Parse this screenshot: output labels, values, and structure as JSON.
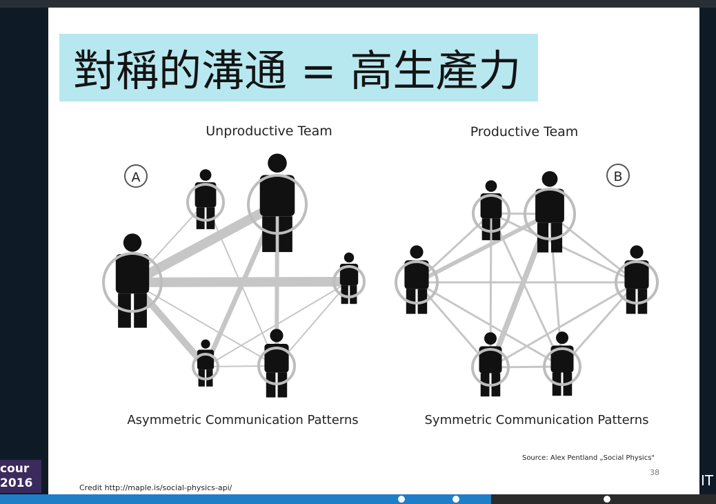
{
  "slide": {
    "title": "對稱的溝通 = 高生產力",
    "credit": "Credit http://maple.is/social-physics-api/",
    "source": "Source: Alex Pentland „Social Physics\"",
    "page_number": "38"
  },
  "diagram_a": {
    "heading": "Unproductive Team",
    "marker": "A",
    "caption": "Asymmetric Communication Patterns"
  },
  "diagram_b": {
    "heading": "Productive Team",
    "marker": "B",
    "caption": "Symmetric Communication Patterns"
  },
  "logo": {
    "line1": "cour",
    "line2": "2016"
  },
  "edge_text": "IT",
  "colors": {
    "title_bg": "#b7e8f0",
    "link": "#c6c6c6",
    "person": "#111111",
    "progress": "#1e7ec8"
  }
}
